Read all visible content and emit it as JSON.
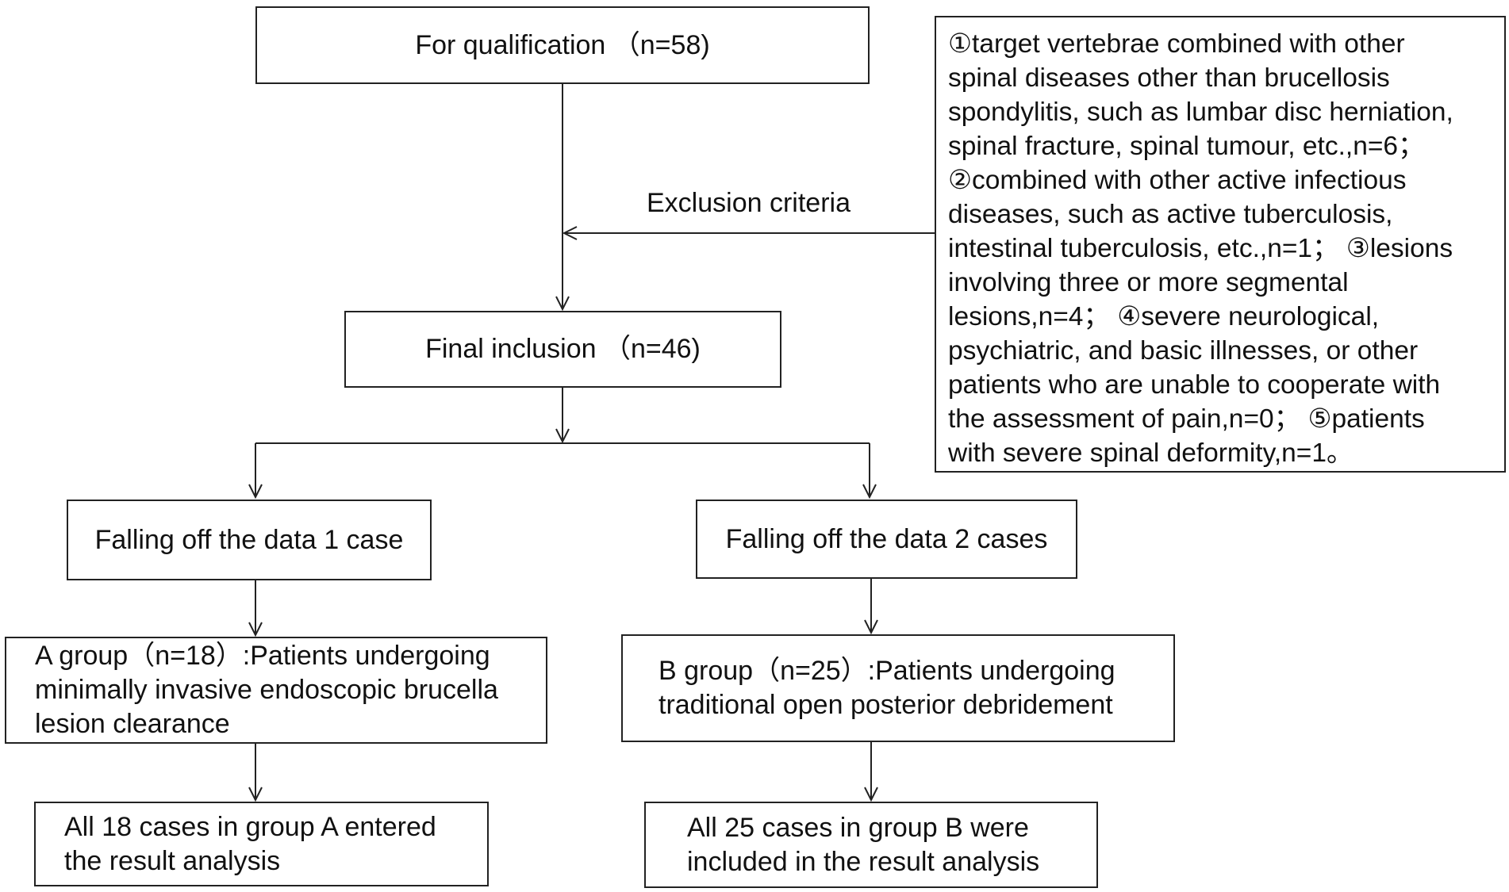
{
  "flowchart": {
    "qualification": "For qualification （n=58)",
    "exclusion_label": "Exclusion criteria",
    "exclusion_details": "①target vertebrae combined with other\nspinal diseases other than brucellosis\nspondylitis, such as lumbar disc herniation,\nspinal fracture, spinal tumour, etc.,n=6；\n②combined with other active infectious\ndiseases, such as active tuberculosis,\nintestinal tuberculosis, etc.,n=1； ③lesions\ninvolving three or more segmental\nlesions,n=4； ④severe neurological,\npsychiatric, and basic illnesses, or other\npatients who are unable to cooperate with\nthe assessment of pain,n=0； ⑤patients\nwith severe spinal deformity,n=1。",
    "final_inclusion": "Final inclusion （n=46)",
    "dropout_a": "Falling off the data 1 case",
    "dropout_b": "Falling off the data 2 cases",
    "group_a": "A group（n=18）:Patients undergoing\nminimally invasive endoscopic brucella\nlesion clearance",
    "group_b": "B group（n=25）:Patients undergoing\ntraditional open posterior debridement",
    "result_a": "All 18 cases in group A entered\nthe result analysis",
    "result_b": "All 25 cases in group B were\nincluded in the result analysis"
  }
}
